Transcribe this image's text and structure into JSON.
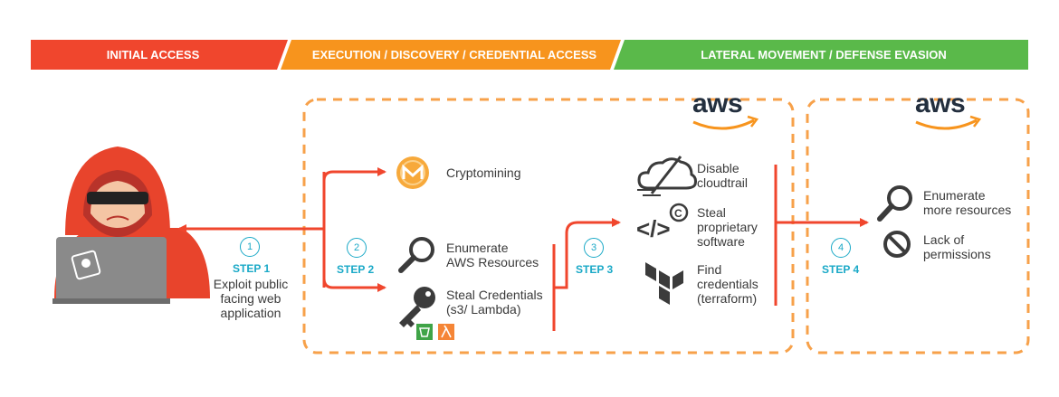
{
  "phases": [
    {
      "label": "INITIAL ACCESS",
      "color": "#f0462d"
    },
    {
      "label": "EXECUTION / DISCOVERY / CREDENTIAL ACCESS",
      "color": "#f7941d"
    },
    {
      "label": "LATERAL MOVEMENT / DEFENSE EVASION",
      "color": "#5ab94a"
    }
  ],
  "colors": {
    "arrow": "#f0462d",
    "dash": "#f7a14a",
    "step": "#1aa9c7",
    "icon": "#3b3b3b"
  },
  "aws": {
    "logo_text": "aws"
  },
  "steps": [
    {
      "number": "1",
      "label": "STEP 1",
      "desc_lines": [
        "Exploit public",
        "facing web",
        "application"
      ]
    },
    {
      "number": "2",
      "label": "STEP 2"
    },
    {
      "number": "3",
      "label": "STEP 3"
    },
    {
      "number": "4",
      "label": "STEP 4"
    }
  ],
  "step2_items": [
    {
      "icon": "monero-coin-icon",
      "lines": [
        "Cryptomining"
      ]
    },
    {
      "icon": "magnifier-icon",
      "lines": [
        "Enumerate",
        "AWS Resources"
      ]
    },
    {
      "icon": "key-icon",
      "lines": [
        "Steal Credentials",
        "(s3/ Lambda)"
      ]
    }
  ],
  "step3_items": [
    {
      "icon": "cloud-off-icon",
      "lines": [
        "Disable",
        "cloudtrail"
      ]
    },
    {
      "icon": "code-copyright-icon",
      "lines": [
        "Steal",
        "proprietary",
        "software"
      ]
    },
    {
      "icon": "terraform-icon",
      "lines": [
        "Find",
        "credentials",
        "(terraform)"
      ]
    }
  ],
  "step4_items": [
    {
      "icon": "magnifier-icon",
      "lines": [
        "Enumerate",
        "more resources"
      ]
    },
    {
      "icon": "prohibited-icon",
      "lines": [
        "Lack of",
        "permissions"
      ]
    }
  ],
  "badges": [
    {
      "icon": "s3-bucket-icon",
      "color": "#3fa447"
    },
    {
      "icon": "lambda-icon",
      "color": "#f58536"
    }
  ]
}
